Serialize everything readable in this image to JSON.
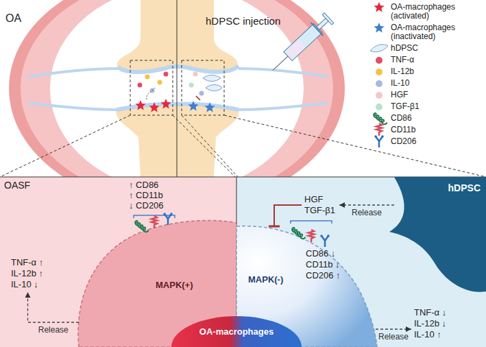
{
  "diagram": {
    "nodes": [
      {
        "text": [
          "OASF"
        ]
      },
      {
        "text": [
          "MAPK(+)"
        ],
        "in": 0
      },
      {
        "text": [
          "TNF-α ↑",
          "IL-12b ↑",
          "IL-10 ↓"
        ],
        "in": 0
      },
      {
        "text": [
          "hDPSC"
        ]
      },
      {
        "text": [
          "HGF",
          "TGF-β1"
        ]
      },
      {
        "text": [
          "MAPK(-)"
        ]
      },
      {
        "text": [
          "TNF-α ↓",
          "IL-12b ↓",
          "IL-10 ↑"
        ]
      },
      {
        "text": [
          "OA-macrophages"
        ]
      }
    ],
    "edges": [
      {
        "from": 1,
        "to": 2,
        "label": "Release",
        "arrow": "to"
      },
      {
        "from": 3,
        "to": 4,
        "label": "Release",
        "arrow": "to"
      },
      {
        "from": 4,
        "to": 5,
        "arrow": "to"
      },
      {
        "from": 5,
        "to": 6,
        "label": "Release",
        "arrow": "to"
      }
    ],
    "labels": [
      "OA",
      "hDPSC injection",
      "↑ CD86",
      "↑ CD11b",
      "↓ CD206",
      "CD86 ↓",
      "CD11b ↓",
      "CD206 ↑"
    ],
    "legend": [
      {
        "text": "OA-macrophages (activated)"
      },
      {
        "text": "OA-macrophages (inactivated)"
      },
      {
        "text": "hDPSC"
      },
      {
        "text": "TNF-α",
        "color": "#e84a5f"
      },
      {
        "text": "IL-12b",
        "color": "#f5c242"
      },
      {
        "text": "IL-10",
        "color": "#a9b8de"
      },
      {
        "text": "HGF",
        "color": "#f4c6cc"
      },
      {
        "text": "TGF-β1",
        "color": "#b6e3c9"
      },
      {
        "text": "CD86"
      },
      {
        "text": "CD11b"
      },
      {
        "text": "CD206"
      }
    ]
  }
}
